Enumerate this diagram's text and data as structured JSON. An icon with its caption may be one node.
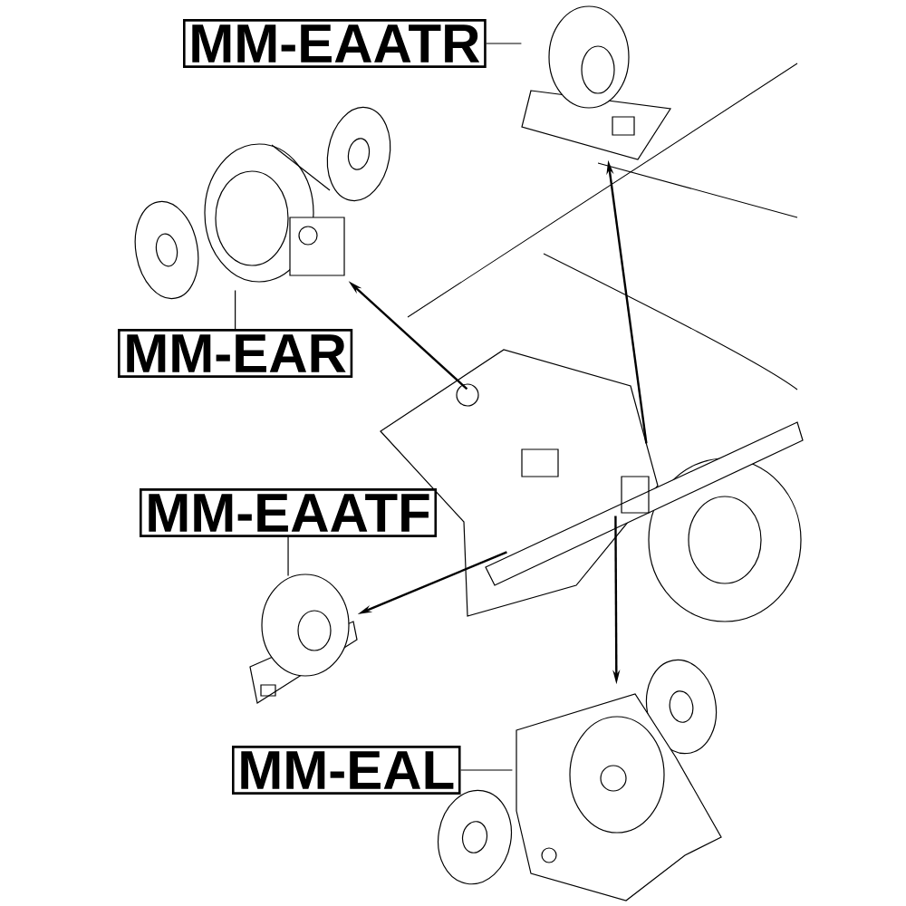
{
  "diagram": {
    "nodes": [
      {
        "text": [
          "MM-EAATR"
        ]
      },
      {
        "text": [],
        "shape": "picture"
      },
      {
        "text": [
          "MM-EAR"
        ]
      },
      {
        "text": [],
        "shape": "picture"
      },
      {
        "text": [
          "MM-EAATF"
        ]
      },
      {
        "text": [],
        "shape": "picture"
      },
      {
        "text": [
          "MM-EAL"
        ]
      },
      {
        "text": [],
        "shape": "picture"
      },
      {
        "text": [],
        "shape": "picture"
      }
    ],
    "edges": [
      {
        "from": 0,
        "to": 1,
        "arrow": "none"
      },
      {
        "from": 8,
        "to": 1,
        "arrow": "to"
      },
      {
        "from": 2,
        "to": 3,
        "arrow": "none"
      },
      {
        "from": 8,
        "to": 3,
        "arrow": "to"
      },
      {
        "from": 4,
        "to": 5,
        "arrow": "none"
      },
      {
        "from": 8,
        "to": 5,
        "arrow": "to"
      },
      {
        "from": 6,
        "to": 7,
        "arrow": "none"
      },
      {
        "from": 8,
        "to": 7,
        "arrow": "to"
      }
    ]
  }
}
